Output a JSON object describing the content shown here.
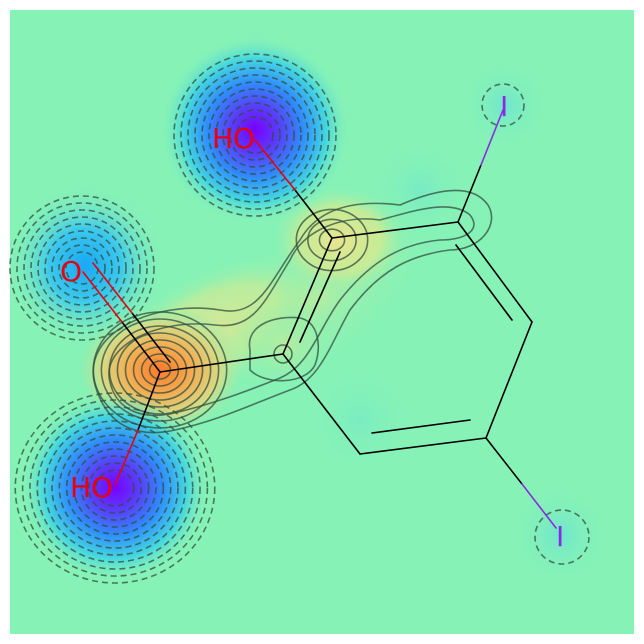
{
  "colors": {
    "background": "#86f2b6",
    "oxygen": "#e8000b",
    "iodine": "#8a2be2",
    "bond": "#000000",
    "contour": "#2f4f3f"
  },
  "atoms": {
    "phenol_oh": "HO",
    "carbonyl_o": "O",
    "acid_oh": "HO",
    "iodine_top": "I",
    "iodine_bottom": "I"
  }
}
